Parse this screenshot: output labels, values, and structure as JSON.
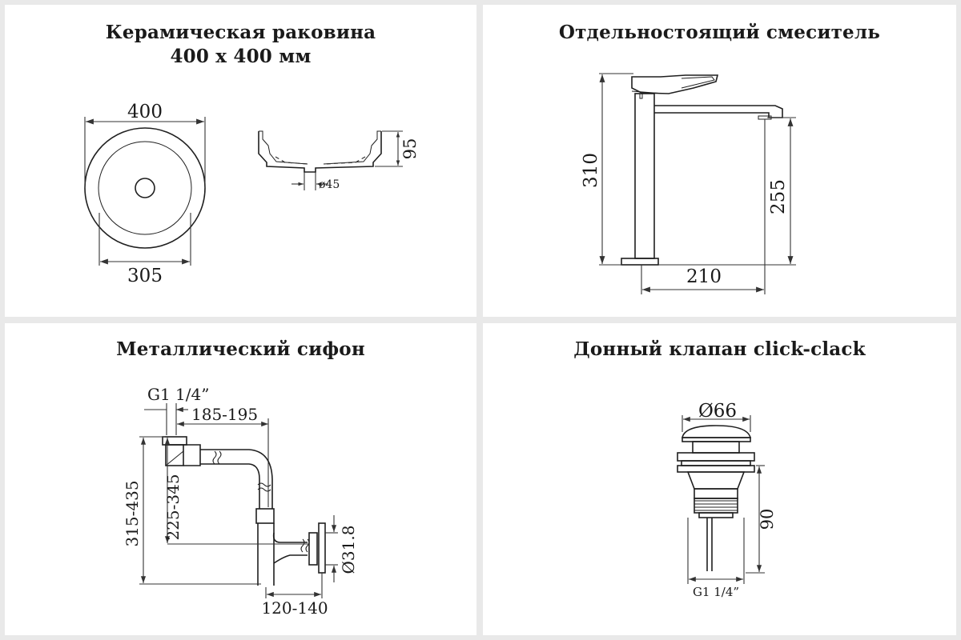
{
  "basin": {
    "title_line1": "Керамическая раковина",
    "title_line2": "400 х 400 мм",
    "dim_outer": "400",
    "dim_inner": "305",
    "dim_height": "95",
    "dim_drain": "ø45"
  },
  "faucet": {
    "title": "Отдельностоящий смеситель",
    "dim_height": "310",
    "dim_spout_height": "255",
    "dim_reach": "210"
  },
  "siphon": {
    "title": "Металлический сифон",
    "dim_thread": "G1 1/4”",
    "dim_horizontal": "185-195",
    "dim_total_height": "315-435",
    "dim_inlet_height": "225-345",
    "dim_outlet_diameter": "Ø31.8",
    "dim_outlet_offset": "120-140"
  },
  "valve": {
    "title": "Донный клапан click-clack",
    "dim_cap": "Ø66",
    "dim_length": "90",
    "dim_thread": "G1 1/4”"
  }
}
